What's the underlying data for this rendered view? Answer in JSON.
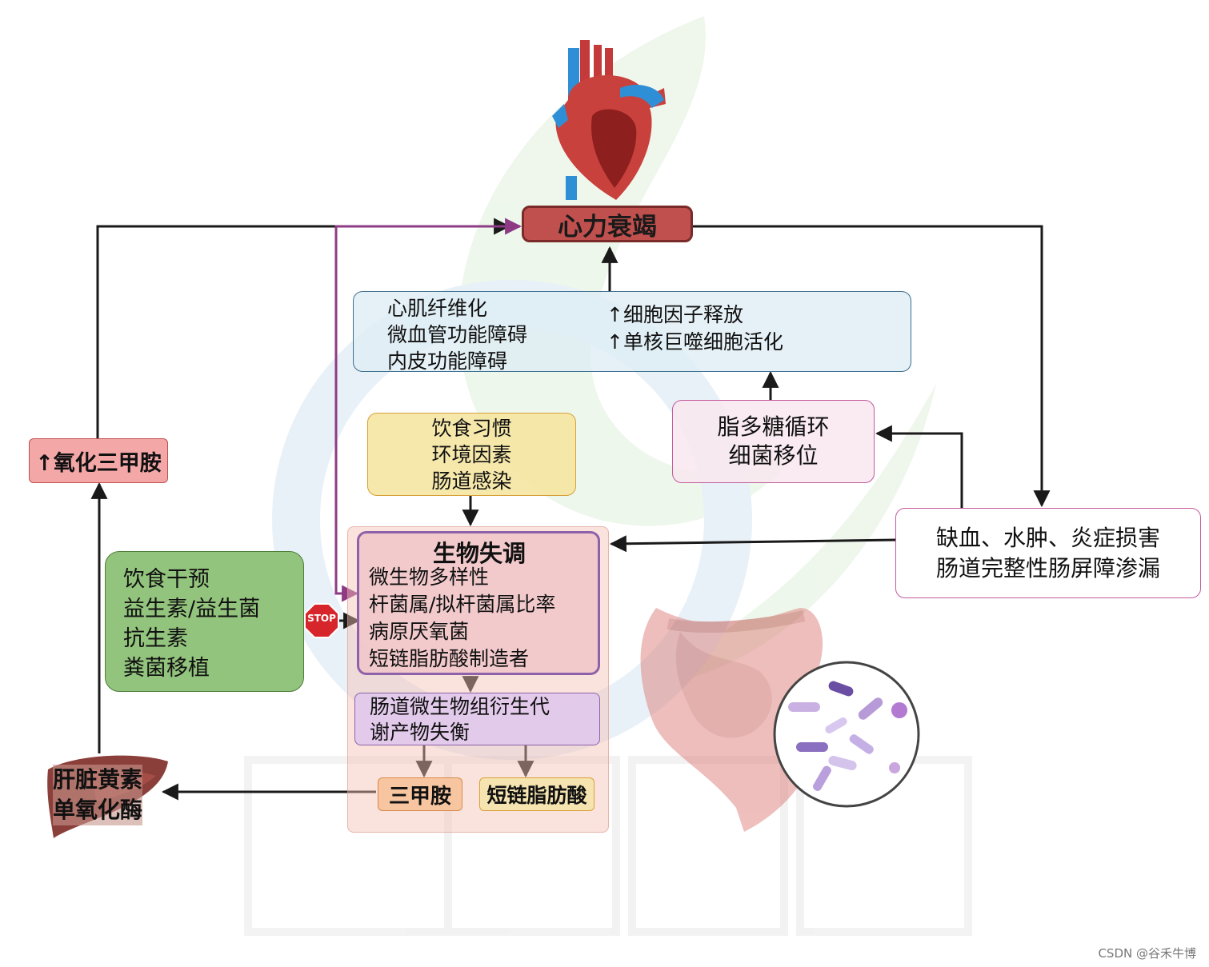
{
  "heart_failure": {
    "label": "心力衰竭"
  },
  "cardiac_effects": {
    "left_lines": [
      "心肌纤维化",
      "微血管功能障碍",
      "内皮功能障碍"
    ],
    "right_lines": [
      "↑细胞因子释放",
      "↑单核巨噬细胞活化"
    ]
  },
  "lps_box": {
    "lines": [
      "脂多糖循环",
      "细菌移位"
    ]
  },
  "risk_factors": {
    "lines": [
      "饮食习惯",
      "环境因素",
      "肠道感染"
    ]
  },
  "dysbiosis": {
    "title": "生物失调",
    "lines": [
      "微生物多样性",
      "杆菌属/拟杆菌属比率",
      "病原厌氧菌",
      "短链脂肪酸制造者"
    ]
  },
  "gut_barrier": {
    "lines": [
      "缺血、水肿、炎症损害",
      "肠道完整性肠屏障渗漏"
    ]
  },
  "tmao": {
    "label": "↑氧化三甲胺"
  },
  "interventions": {
    "lines": [
      "饮食干预",
      "益生素/益生菌",
      "抗生素",
      "粪菌移植"
    ]
  },
  "stop_sign": {
    "label": "STOP"
  },
  "metabolite_imbalance": {
    "lines": [
      "肠道微生物组衍生代",
      "谢产物失衡"
    ]
  },
  "tma": {
    "label": "三甲胺"
  },
  "scfa": {
    "label": "短链脂肪酸"
  },
  "liver": {
    "lines": [
      "肝脏黄素",
      "单氧化酶"
    ]
  },
  "watermark": {
    "label": "CSDN @谷禾牛博"
  },
  "colors": {
    "heart_failure_fill": "#c0504d",
    "tmao_fill": "#f4a7a7",
    "intervention_fill": "#93c47d",
    "risk_fill": "#f5e49c",
    "dysbiosis_fill": "#f4cccc",
    "metabolite_fill": "#e0c8ec",
    "purple_arrow": "#8e3b86"
  }
}
